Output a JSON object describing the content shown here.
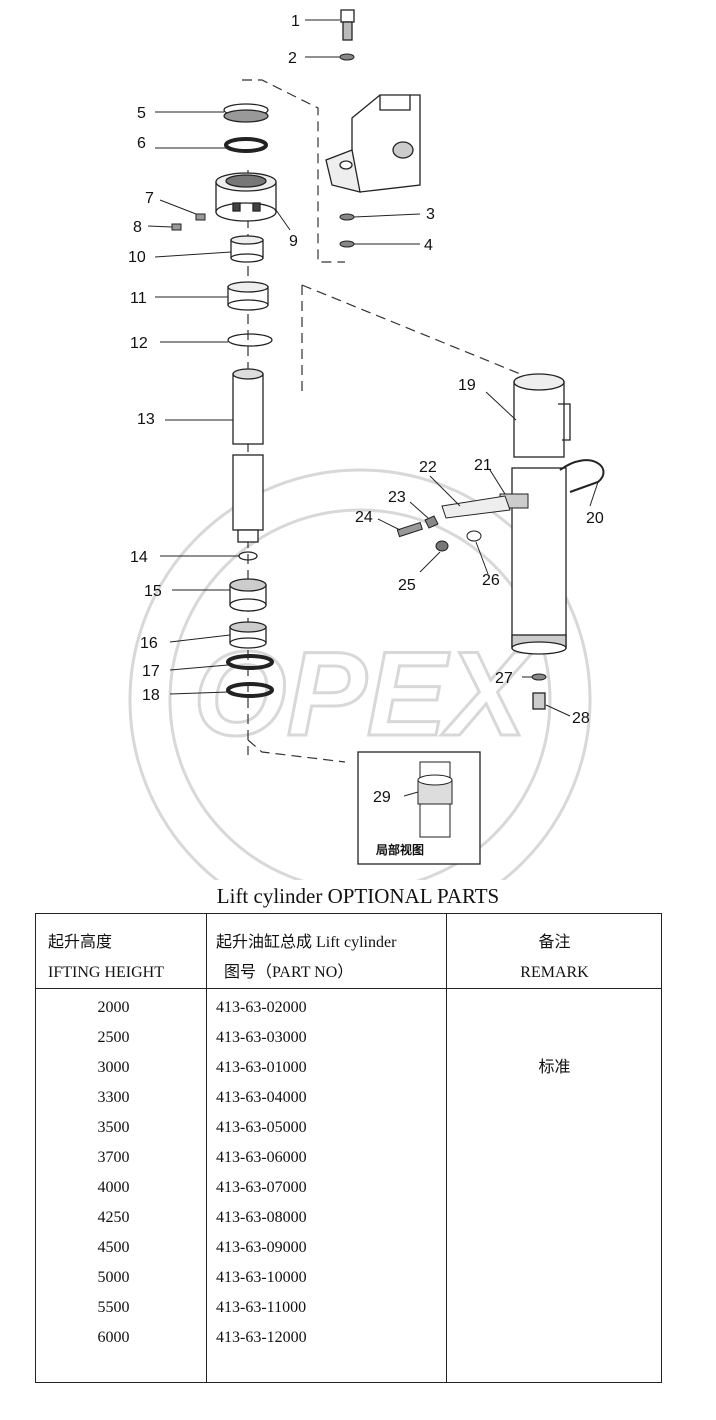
{
  "diagram": {
    "callouts": [
      "1",
      "2",
      "3",
      "4",
      "5",
      "6",
      "7",
      "8",
      "9",
      "10",
      "11",
      "12",
      "13",
      "14",
      "15",
      "16",
      "17",
      "18",
      "19",
      "20",
      "21",
      "22",
      "23",
      "24",
      "25",
      "26",
      "27",
      "28",
      "29"
    ],
    "inset_label": "局部视图",
    "watermark": "OPEX"
  },
  "table": {
    "title": "Lift cylinder OPTIONAL PARTS",
    "headers": {
      "col1_cn": "起升高度",
      "col1_en": "IFTING HEIGHT",
      "col2_cn": "起升油缸总成  Lift cylinder",
      "col2_en": "图号（PART NO）",
      "col3_cn": "备注",
      "col3_en": "REMARK"
    },
    "rows": [
      {
        "height": "2000",
        "part": "413-63-02000"
      },
      {
        "height": "2500",
        "part": "413-63-03000"
      },
      {
        "height": "3000",
        "part": "413-63-01000"
      },
      {
        "height": "3300",
        "part": "413-63-04000"
      },
      {
        "height": "3500",
        "part": "413-63-05000"
      },
      {
        "height": "3700",
        "part": "413-63-06000"
      },
      {
        "height": "4000",
        "part": "413-63-07000"
      },
      {
        "height": "4250",
        "part": "413-63-08000"
      },
      {
        "height": "4500",
        "part": "413-63-09000"
      },
      {
        "height": "5000",
        "part": "413-63-10000"
      },
      {
        "height": "5500",
        "part": "413-63-11000"
      },
      {
        "height": "6000",
        "part": "413-63-12000"
      }
    ],
    "remark": "标准"
  }
}
